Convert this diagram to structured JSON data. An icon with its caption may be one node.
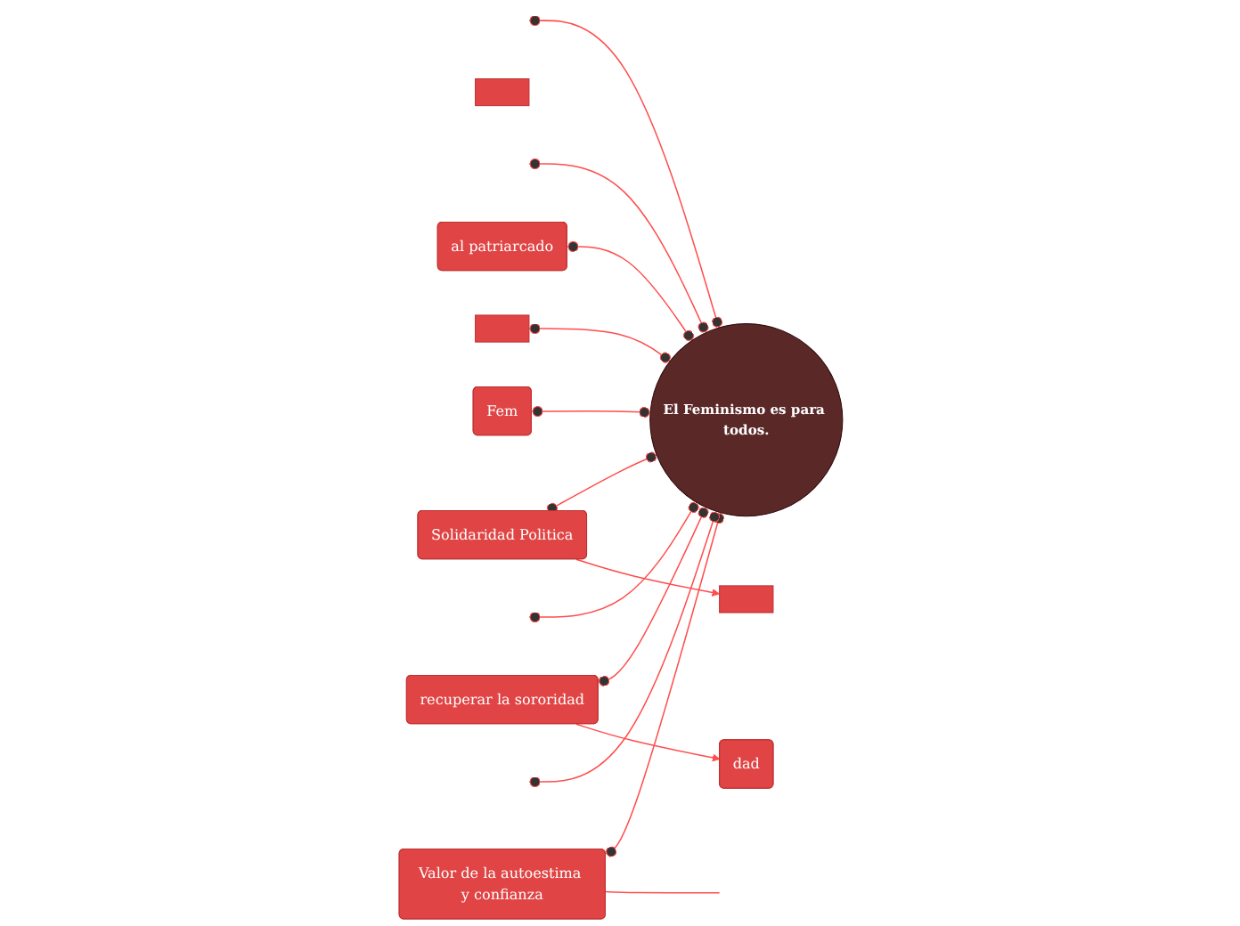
{
  "diagram": {
    "nodes": [
      {
        "text": [
          "El Feminismo es para todos."
        ]
      },
      {
        "text": [
          "al patriarcado"
        ]
      },
      {
        "text": [],
        "shape": "box"
      },
      {
        "text": [
          "Solidaridad Politica"
        ]
      },
      {
        "text": [],
        "shape": "box"
      },
      {
        "text": [],
        "shape": "box"
      },
      {
        "text": [
          "Fem"
        ]
      },
      {
        "text": [
          "dad"
        ]
      },
      {
        "text": [
          "recuperar la sororidad"
        ]
      },
      {
        "text": [
          "Valor de la autoestima y confianza"
        ]
      }
    ],
    "edges": [
      {
        "from": null,
        "to": 0,
        "arrow": "other"
      },
      {
        "from": null,
        "to": 0,
        "arrow": "other"
      },
      {
        "from": 1,
        "to": 0,
        "arrow": "other"
      },
      {
        "from": 3,
        "to": 0,
        "arrow": "other"
      },
      {
        "from": 5,
        "to": 0,
        "arrow": "other"
      },
      {
        "from": 6,
        "to": 0,
        "arrow": "other"
      },
      {
        "from": 8,
        "to": 0,
        "arrow": "other"
      },
      {
        "from": 9,
        "to": 0,
        "arrow": "other"
      },
      {
        "from": null,
        "to": 0,
        "arrow": "other"
      },
      {
        "from": null,
        "to": 0,
        "arrow": "other"
      },
      {
        "from": 3,
        "to": 4,
        "arrow": "to"
      },
      {
        "from": 8,
        "to": 7,
        "arrow": "to"
      },
      {
        "from": 9,
        "to": null,
        "arrow": "none"
      }
    ]
  }
}
